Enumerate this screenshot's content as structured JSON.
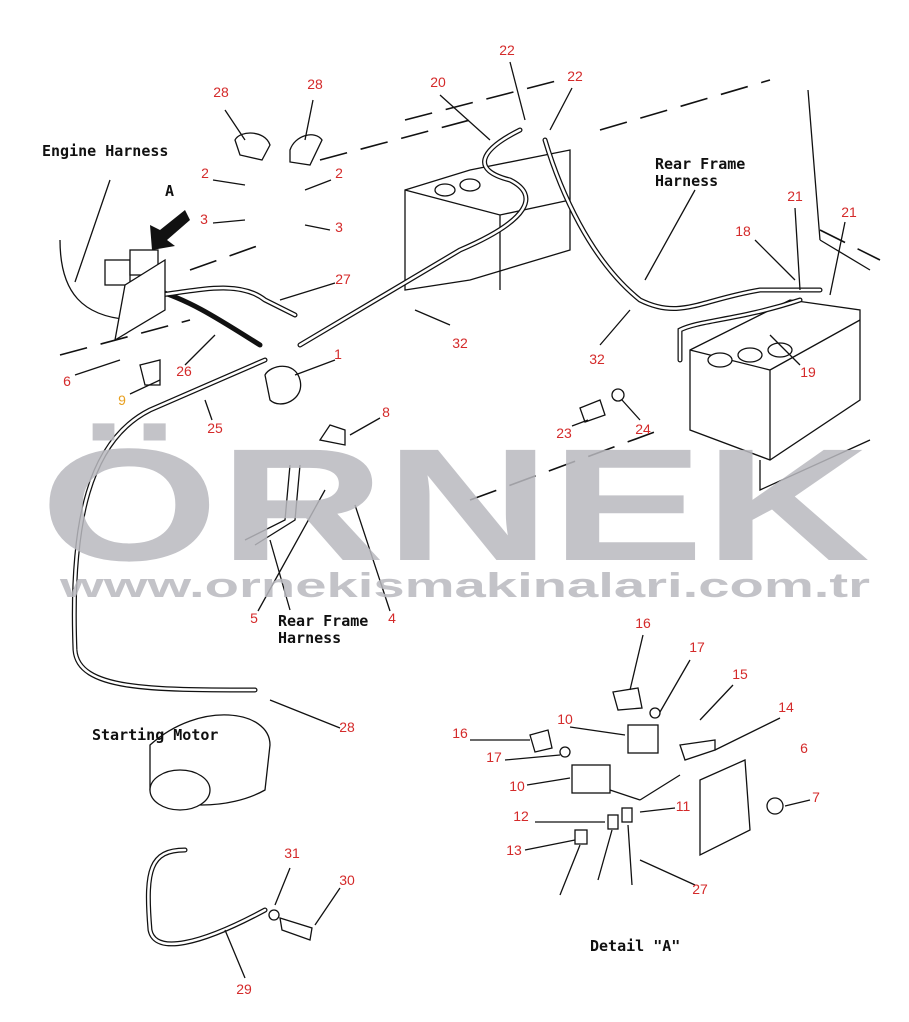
{
  "title_labels": {
    "engine_harness": "Engine Harness",
    "view_arrow": "A",
    "rear_frame_harness_top_1": "Rear Frame",
    "rear_frame_harness_top_2": "Harness",
    "rear_frame_harness_mid_1": "Rear Frame",
    "rear_frame_harness_mid_2": "Harness",
    "starting_motor": "Starting Motor",
    "detail_a": "Detail \"A\""
  },
  "watermark": {
    "brand": "ÖRNEK",
    "url": "www.ornekismakinalari.com.tr"
  },
  "callouts": [
    "22",
    "22",
    "20",
    "28",
    "28",
    "2",
    "2",
    "3",
    "3",
    "27",
    "1",
    "21",
    "21",
    "18",
    "19",
    "32",
    "32",
    "6",
    "26",
    "9",
    "8",
    "25",
    "5",
    "4",
    "24",
    "23",
    "16",
    "17",
    "15",
    "14",
    "10",
    "16",
    "6",
    "17",
    "10",
    "7",
    "11",
    "12",
    "13",
    "27",
    "28",
    "31",
    "30",
    "29"
  ],
  "colors": {
    "callout": "#d42a2a",
    "highlight": "#e8a020",
    "watermark": "#b9b9bf"
  }
}
